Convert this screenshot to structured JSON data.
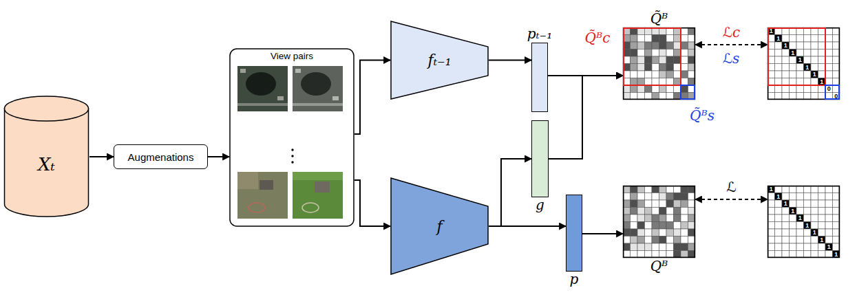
{
  "diagram": {
    "nodes": [
      {
        "text": [
          "Xₜ"
        ]
      },
      {
        "text": [
          "Augmenations"
        ]
      },
      {
        "text": [
          "View pairs"
        ]
      },
      {
        "text": [
          "fₜ₋₁"
        ]
      },
      {
        "text": [
          "f"
        ]
      },
      {
        "text": [
          "pₜ₋₁"
        ]
      },
      {
        "text": [
          "g"
        ]
      },
      {
        "text": [
          "p"
        ]
      },
      {
        "text": [
          "Q̃ᴮ"
        ]
      },
      {
        "text": [
          "1",
          "1",
          "1",
          "1",
          "1",
          "1",
          "1",
          "1",
          "0",
          "0"
        ]
      },
      {
        "text": [
          "Qᴮ"
        ]
      },
      {
        "text": [
          "1",
          "1",
          "1",
          "1",
          "1",
          "1",
          "1",
          "1",
          "1",
          "1"
        ]
      }
    ],
    "edges": [
      {
        "from": 0,
        "to": 1,
        "arrow": "to"
      },
      {
        "from": 1,
        "to": 2,
        "arrow": "to"
      },
      {
        "from": 2,
        "to": 3,
        "arrow": "to"
      },
      {
        "from": 2,
        "to": 4,
        "arrow": "to"
      },
      {
        "from": 3,
        "to": 5,
        "arrow": "to"
      },
      {
        "from": 4,
        "to": 6,
        "arrow": "to"
      },
      {
        "from": 4,
        "to": 7,
        "arrow": "to"
      },
      {
        "from": 5,
        "to": 8,
        "arrow": "to"
      },
      {
        "from": 6,
        "to": 8,
        "arrow": "to"
      },
      {
        "from": 7,
        "to": 10,
        "arrow": "to"
      },
      {
        "from": 8,
        "to": 9,
        "label": "ℒc",
        "arrow": "both"
      },
      {
        "from": 10,
        "to": 11,
        "label": "ℒ",
        "arrow": "both"
      }
    ],
    "labels": [
      "Q̃ᴮc",
      "ℒs",
      "Q̃ᴮs"
    ]
  }
}
